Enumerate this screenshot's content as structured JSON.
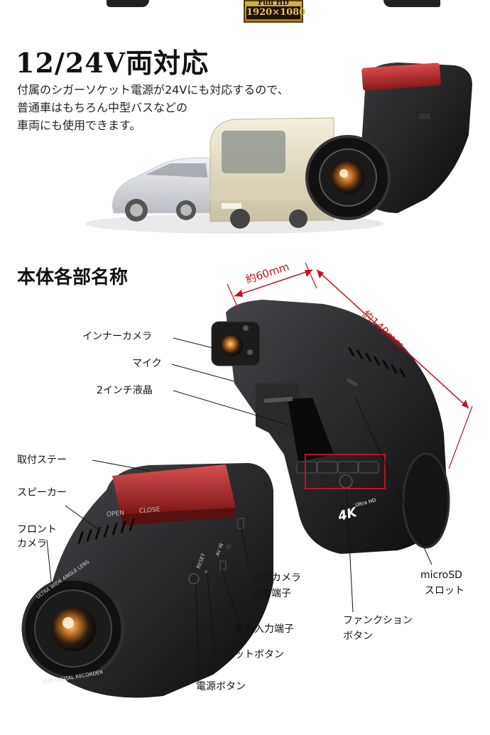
{
  "badge": {
    "top": "Full HD",
    "res": "1920×1080"
  },
  "section1": {
    "title": "12/24V両対応",
    "lines": [
      "付属のシガーソケット電源が24Vにも対応するので、",
      "普通車はもちろん中型バスなどの",
      "車両にも使用できます。"
    ]
  },
  "section2": {
    "title": "本体各部名称"
  },
  "dimensions": {
    "width": "約60mm",
    "length": "約140mm"
  },
  "labels": {
    "inner_camera": "インナーカメラ",
    "mic": "マイク",
    "lcd": "2インチ液晶",
    "mount": "取付ステー",
    "speaker": "スピーカー",
    "front_camera_1": "フロント",
    "front_camera_2": "カメラ",
    "rear_input_1": "リアカメラ",
    "rear_input_2": "入力端子",
    "power_input": "電源入力端子",
    "reset": "リセットボタン",
    "power_btn": "電源ボタン",
    "function_1": "ファンクション",
    "function_2": "ボタン",
    "sd_1": "microSD",
    "sd_2": "スロット"
  },
  "device_text": {
    "lens_ring_top": "ULTRA WIDE ANGLE LENS",
    "lens_ring_bottom": "FHD DIGITAL RECORDER",
    "open": "OPEN",
    "close": "CLOSE",
    "reset": "RESET",
    "av_in": "AV IN",
    "uhd": "Ultra HD",
    "k4": "4K"
  },
  "colors": {
    "accent": "#c4101c",
    "gold": "#c99a34"
  }
}
